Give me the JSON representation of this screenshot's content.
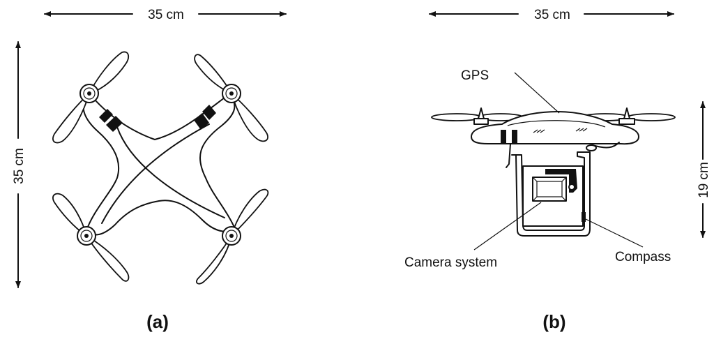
{
  "panel_a": {
    "width_label": "35 cm",
    "height_label": "35 cm",
    "caption": "(a)"
  },
  "panel_b": {
    "width_label": "35 cm",
    "height_label": "19 cm",
    "caption": "(b)",
    "callouts": {
      "gps": "GPS",
      "camera": "Camera system",
      "compass": "Compass"
    }
  }
}
